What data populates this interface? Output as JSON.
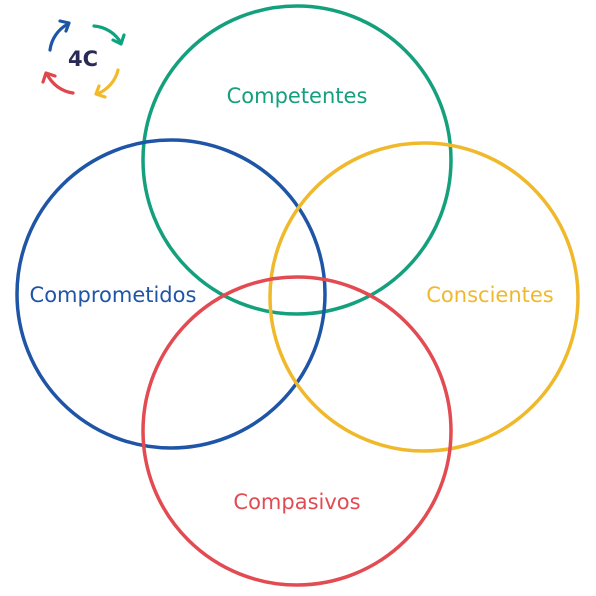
{
  "logo": {
    "text": "4C",
    "colors": [
      "#1e56a6",
      "#0ea37f",
      "#f2b928",
      "#e0464e"
    ]
  },
  "circles": [
    {
      "key": "competentes",
      "label": "Competentes",
      "color": "#14a07d"
    },
    {
      "key": "comprometidos",
      "label": "Comprometidos",
      "color": "#1f55a6"
    },
    {
      "key": "conscientes",
      "label": "Conscientes",
      "color": "#f0b92c"
    },
    {
      "key": "compasivos",
      "label": "Compasivos",
      "color": "#e24b52"
    }
  ]
}
